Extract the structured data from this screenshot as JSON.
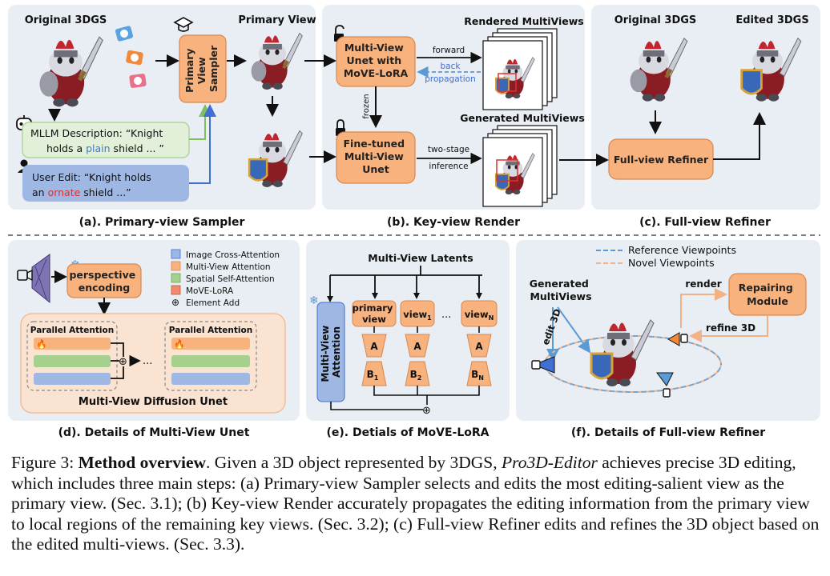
{
  "panels": {
    "a": {
      "title": "(a). Primary-view Sampler",
      "original_label": "Original 3DGS",
      "primary_view_label": "Primary View",
      "sampler_label": [
        "Primary",
        "View",
        "Sampler"
      ],
      "mllm_line1": "MLLM Description: “Knight",
      "mllm_line2_pre": "holds a ",
      "mllm_line2_word": "plain",
      "mllm_line2_post": " shield ... ”",
      "user_line1": "User Edit: “Knight holds",
      "user_line2_pre": "an ",
      "user_line2_word": "ornate",
      "user_line2_post": " shield ...”"
    },
    "b": {
      "title": "(b). Key-view Render",
      "rendered_label": "Rendered MultiViews",
      "generated_label": "Generated MultiViews",
      "unet_box": [
        "Multi-View",
        "Unet with",
        "MoVE-LoRA"
      ],
      "finetuned_box": [
        "Fine-tuned",
        "Multi-View",
        "Unet"
      ],
      "forward": "forward",
      "back": [
        "back",
        "propagation"
      ],
      "frozen": "frozen",
      "two_stage": [
        "two-stage",
        "inference"
      ]
    },
    "c": {
      "title": "(c). Full-view Refiner",
      "original_label": "Original 3DGS",
      "edited_label": "Edited 3DGS",
      "refiner_box": "Full-view Refiner"
    },
    "d": {
      "title": "(d). Details of Multi-View Unet",
      "perspective": [
        "perspective",
        "encoding"
      ],
      "legend": [
        "Image Cross-Attention",
        "Multi-View Attention",
        "Spatial Self-Attention",
        "MoVE-LoRA",
        "Element Add"
      ],
      "parallel_attention": "Parallel Attention",
      "ellipsis": "...",
      "diffusion_unet": "Multi-View Diffusion Unet"
    },
    "e": {
      "title": "(e). Detials of MoVE-LoRA",
      "latents": "Multi-View Latents",
      "mv_attention": [
        "Multi-View",
        "Attention"
      ],
      "primary": [
        "primary",
        "view"
      ],
      "view1": "view",
      "view1_sub": "1",
      "viewN": "view",
      "viewN_sub": "N",
      "a_label": "A",
      "b_label": "B",
      "b_subs": [
        "1",
        "2",
        "N"
      ],
      "dots": "..."
    },
    "f": {
      "title": "(f). Details of Full-view Refiner",
      "ref_vp": "Reference Viewpoints",
      "novel_vp": "Novel Viewpoints",
      "generated": [
        "Generated",
        "MultiViews"
      ],
      "edit3d": "edit 3D",
      "render": "render",
      "repair": [
        "Repairing",
        "Module"
      ],
      "refine": "refine 3D"
    }
  },
  "caption": {
    "fig": "Figure 3: ",
    "bold": "Method overview",
    "p1": ". Given a 3D object represented by 3DGS, ",
    "italic": "Pro3D-Editor",
    "p2": " achieves precise 3D editing, which includes three main steps: (a) Primary-view Sampler selects and edits the most editing-salient view as the primary view. (Sec. 3.1); (b) Key-view Render accurately propagates the editing information from the primary view to local regions of the remaining key views. (Sec. 3.2); (c) Full-view Refiner edits and refines the 3D object based on the edited multi-views. (Sec. 3.3)."
  },
  "colors": {
    "panel_bg": "#e9eef4",
    "orange": "#f7b27e",
    "orange_border": "#d9884e",
    "green": "#a6d08d",
    "green_bg": "#e2efd9",
    "blue": "#9fb7e3",
    "blue_border": "#3f6fd1",
    "ornate_red": "#e0302c",
    "plain_blue": "#3d7cc9",
    "ref_blue": "#5b9bd5",
    "novel_orange": "#f4b183"
  }
}
